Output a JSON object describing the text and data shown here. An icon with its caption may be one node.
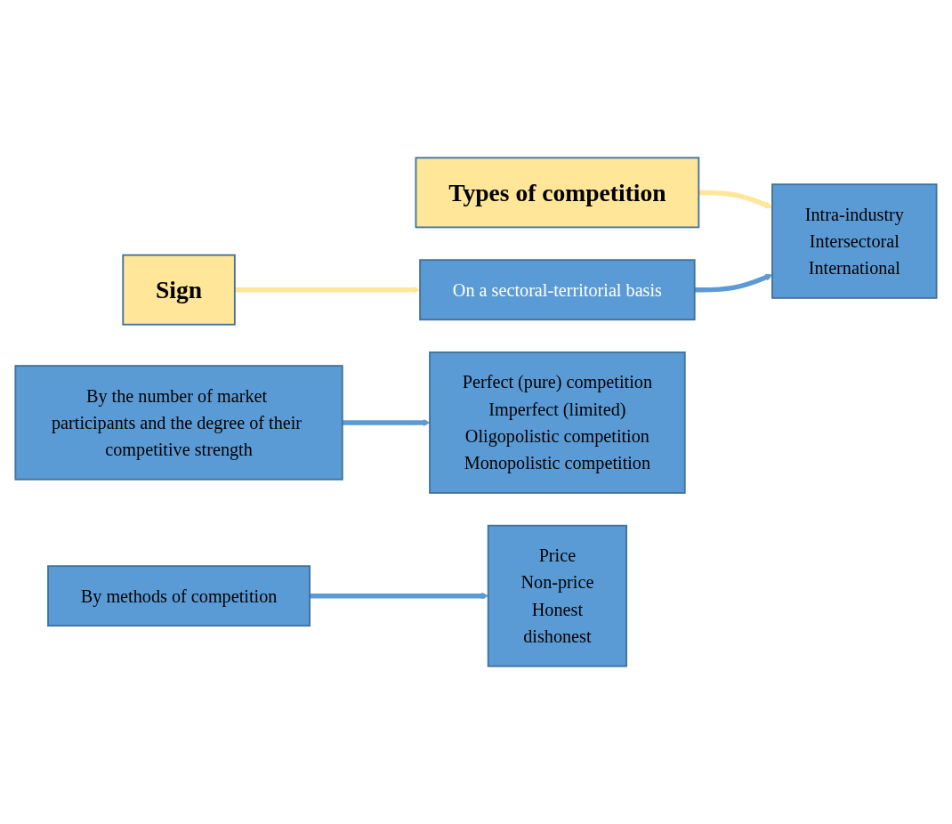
{
  "diagram": {
    "nodes": [
      {
        "text": [
          "Sign"
        ]
      },
      {
        "text": [
          "Types of competition"
        ]
      },
      {
        "text": [
          "On a sectoral-territorial basis"
        ]
      },
      {
        "text": [
          "Intra-industry",
          "Intersectoral",
          "International"
        ]
      },
      {
        "text": [
          "By the number of market participants and the degree of their competitive strength"
        ]
      },
      {
        "text": [
          "Perfect (pure) competition",
          "Imperfect (limited)",
          "Oligopolistic competition",
          "Monopolistic competition"
        ]
      },
      {
        "text": [
          "By methods of competition"
        ]
      },
      {
        "text": [
          "Price",
          "Non-price",
          "Honest",
          "dishonest"
        ]
      }
    ],
    "edges": [
      {
        "from": 0,
        "to": 2,
        "arrow": "to",
        "color": "#ffe699"
      },
      {
        "from": 1,
        "to": 3,
        "arrow": "to",
        "color": "#ffe699"
      },
      {
        "from": 2,
        "to": 3,
        "arrow": "to"
      },
      {
        "from": 4,
        "to": 5,
        "arrow": "to"
      },
      {
        "from": 6,
        "to": 7,
        "arrow": "to"
      }
    ]
  }
}
